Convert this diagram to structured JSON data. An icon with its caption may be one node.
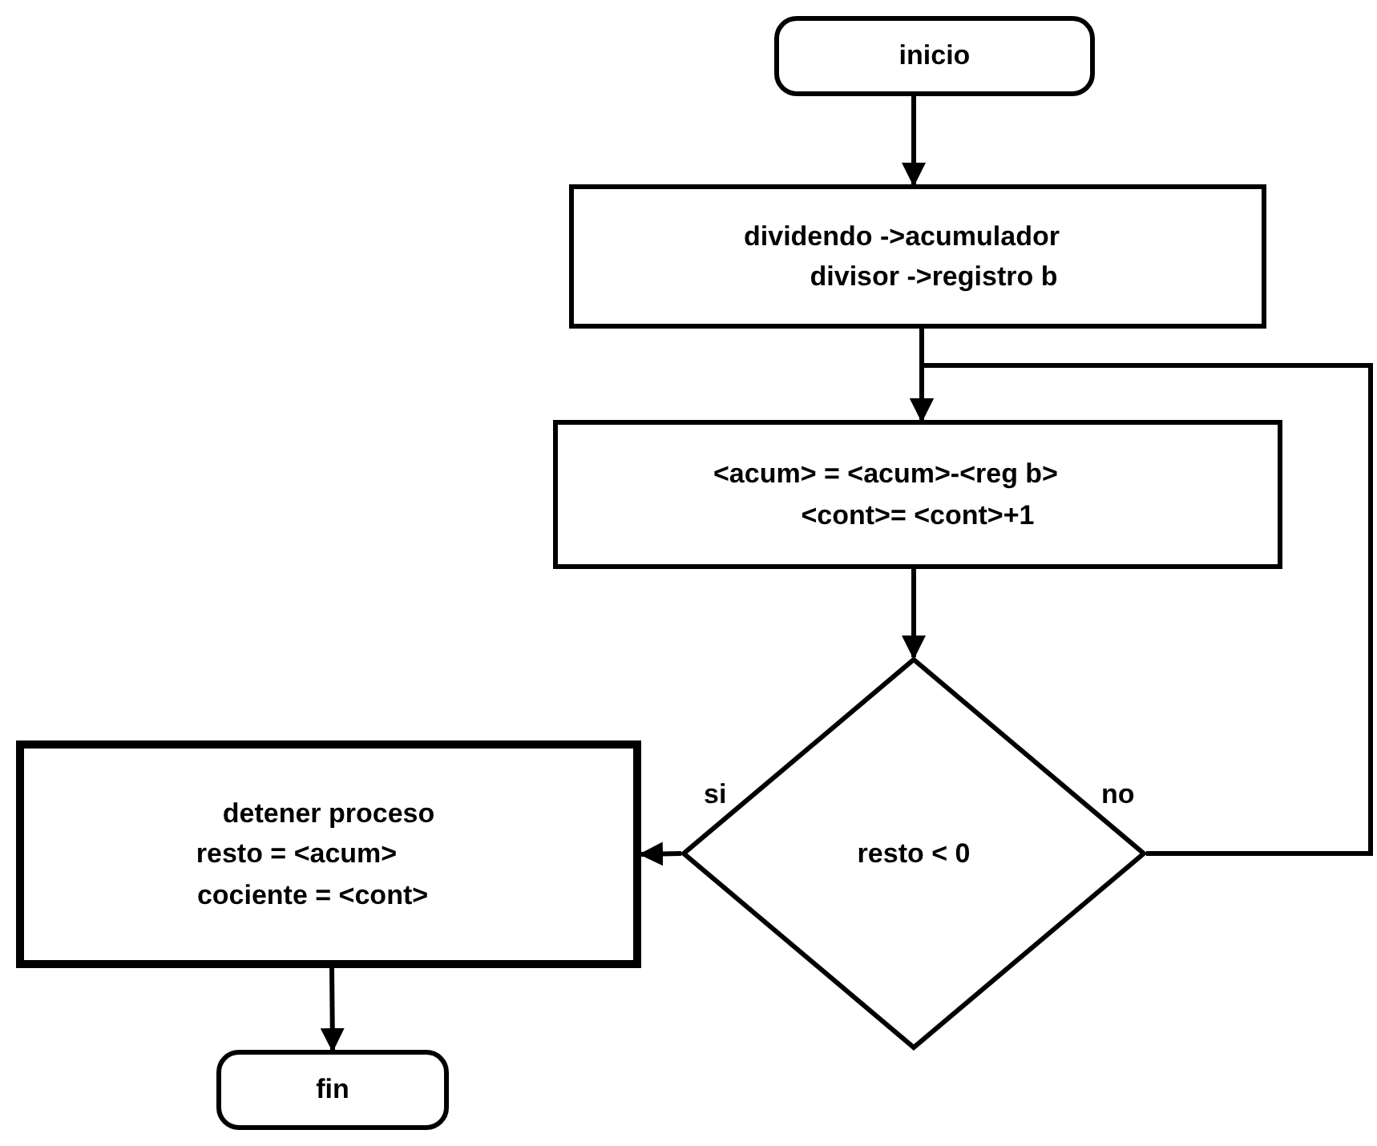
{
  "diagram": {
    "nodes": [
      {
        "text": [
          "inicio"
        ]
      },
      {
        "text": [
          "dividendo ->acumulador",
          "divisor ->registro b"
        ]
      },
      {
        "text": [
          "<acum> = <acum>-<reg b>",
          "<cont>= <cont>+1"
        ]
      },
      {
        "text": [
          "resto < 0"
        ]
      },
      {
        "text": [
          "detener proceso",
          "resto = <acum>",
          "cociente = <cont>"
        ]
      },
      {
        "text": [
          "fin"
        ]
      }
    ],
    "edges": [
      {
        "from": 0,
        "to": 1,
        "arrow": "to"
      },
      {
        "from": 1,
        "to": 2,
        "arrow": "to"
      },
      {
        "from": 2,
        "to": 3,
        "arrow": "to"
      },
      {
        "from": 3,
        "to": 4,
        "arrow": "to",
        "label": "si"
      },
      {
        "from": 3,
        "to": 2,
        "arrow": "to",
        "label": "no"
      },
      {
        "from": 4,
        "to": 5,
        "arrow": "to"
      }
    ]
  }
}
